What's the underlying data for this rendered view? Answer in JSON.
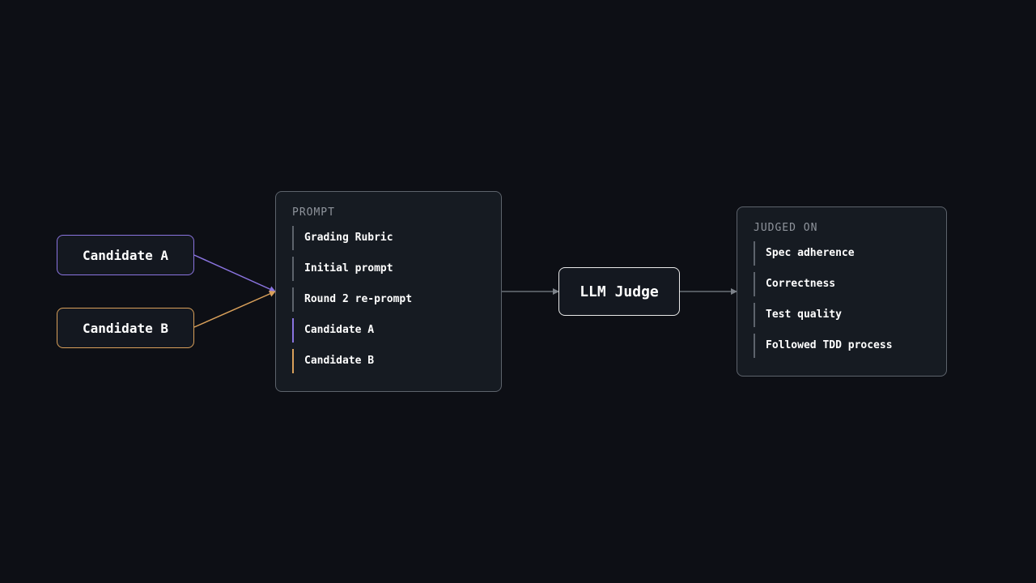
{
  "candidates": {
    "a": {
      "label": "Candidate A",
      "color": "#8a74e0"
    },
    "b": {
      "label": "Candidate B",
      "color": "#d9a05a"
    }
  },
  "prompt": {
    "title": "PROMPT",
    "items": [
      {
        "label": "Grading Rubric",
        "accent": "#5d636c"
      },
      {
        "label": "Initial prompt",
        "accent": "#5d636c"
      },
      {
        "label": "Round 2 re-prompt",
        "accent": "#5d636c"
      },
      {
        "label": "Candidate A",
        "accent": "#8a74e0"
      },
      {
        "label": "Candidate B",
        "accent": "#d9a05a"
      }
    ]
  },
  "judge": {
    "label": "LLM Judge"
  },
  "judged_on": {
    "title": "JUDGED ON",
    "items": [
      {
        "label": "Spec adherence"
      },
      {
        "label": "Correctness"
      },
      {
        "label": "Test quality"
      },
      {
        "label": "Followed TDD process"
      }
    ]
  },
  "colors": {
    "background": "#0d0f15",
    "panel": "#161b22",
    "border": "#5d636c",
    "purple": "#8a74e0",
    "orange": "#d9a05a",
    "arrow": "#7d828a"
  }
}
